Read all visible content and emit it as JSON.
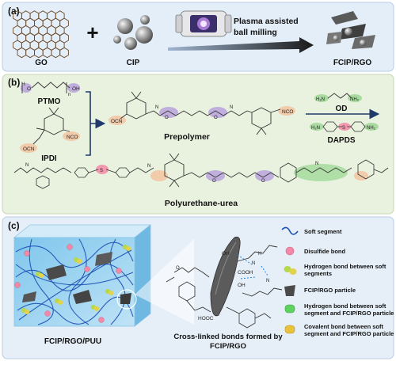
{
  "panels": {
    "a": {
      "tag": "(a)",
      "items": [
        "GO",
        "CIP",
        "FCIP/RGO"
      ],
      "plus": "+",
      "process": [
        "Plasma assisted",
        "ball milling"
      ]
    },
    "b": {
      "tag": "(b)",
      "ptmo": "PTMO",
      "ptmo_h": "H",
      "ptmo_oh": "OH",
      "ptmo_n": "n",
      "ipdi": "IPDI",
      "ocn": "OCN",
      "nco": "NCO",
      "prepolymer": "Prepolymer",
      "od": "OD",
      "dapds": "DAPDS",
      "puu": "Polyurethane-urea",
      "atoms": {
        "O": "O",
        "N": "N",
        "H": "H",
        "S": "S",
        "NH2": "NH₂",
        "H2N": "H₂N"
      }
    },
    "c": {
      "tag": "(c)",
      "composite": "FCIP/RGO/PUU",
      "caption": [
        "Cross-linked bonds formed by",
        "FCIP/RGO"
      ],
      "groups": {
        "OH": "OH",
        "COOH": "COOH",
        "HOOC": "HOOC",
        "N": "N",
        "H": "H",
        "O": "O"
      },
      "legend": [
        {
          "label": [
            "Soft segment"
          ]
        },
        {
          "label": [
            "Disulfide bond"
          ]
        },
        {
          "label": [
            "Hydrogen bond between soft",
            "segments"
          ]
        },
        {
          "label": [
            "FCIP/RGO particle"
          ]
        },
        {
          "label": [
            "Hydrogen bond between soft",
            "segment and FCIP/RGO particle"
          ]
        },
        {
          "label": [
            "Covalent bond between soft",
            "segment and FCIP/RGO particle"
          ]
        }
      ]
    }
  },
  "colors": {
    "panel_a_bg": "#e4eef8",
    "panel_b_bg": "#e9f1df",
    "panel_c_bg": "#e6eff8",
    "arrow": "#1f3a6b",
    "purple": "#b9a3dc",
    "orange": "#f2c7a4",
    "green": "#a9dba0",
    "pink": "#f28aa7",
    "soft_segment": "#1a4fb5"
  }
}
